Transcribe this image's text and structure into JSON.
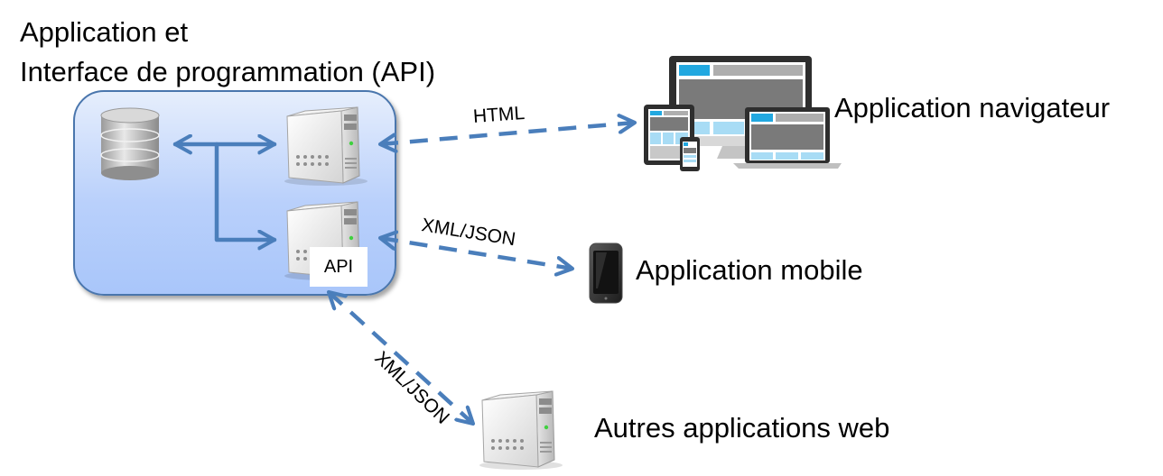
{
  "title": {
    "line1": "Application et",
    "line2": "Interface de programmation (API)"
  },
  "server_group": {
    "api_badge": "API"
  },
  "connections": [
    {
      "protocol": "HTML",
      "target": "Application navigateur"
    },
    {
      "protocol": "XML/JSON",
      "target": "Application mobile"
    },
    {
      "protocol": "XML/JSON",
      "target": "Autres applications web"
    }
  ],
  "clients": {
    "browser": "Application navigateur",
    "mobile": "Application mobile",
    "web": "Autres applications web"
  },
  "colors": {
    "arrow": "#4a7ebb",
    "box_border": "#4a76ad",
    "box_fill_top": "#e6eefc",
    "box_fill_bottom": "#a9c6fa",
    "screen_accent": "#22a8e0",
    "screen_panel": "#7a7a7a"
  }
}
